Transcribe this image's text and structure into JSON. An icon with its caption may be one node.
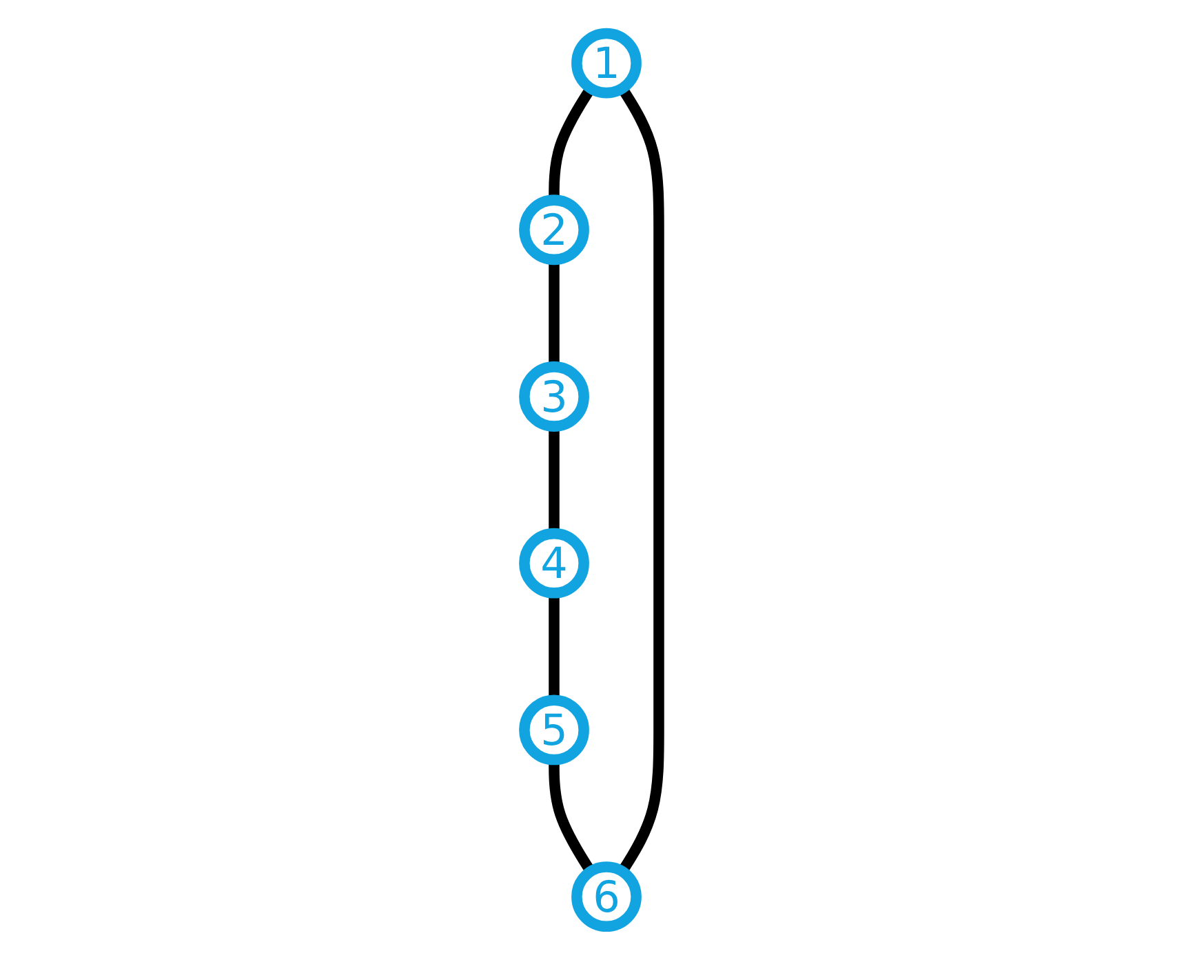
{
  "diagram": {
    "nodes": [
      {
        "text": [
          "1"
        ]
      },
      {
        "text": [
          "2"
        ]
      },
      {
        "text": [
          "3"
        ]
      },
      {
        "text": [
          "4"
        ]
      },
      {
        "text": [
          "5"
        ]
      },
      {
        "text": [
          "6"
        ]
      }
    ],
    "edges": [
      {
        "from": 0,
        "to": 1,
        "arrow": "none"
      },
      {
        "from": 1,
        "to": 2,
        "arrow": "none"
      },
      {
        "from": 2,
        "to": 3,
        "arrow": "none"
      },
      {
        "from": 3,
        "to": 4,
        "arrow": "none"
      },
      {
        "from": 4,
        "to": 5,
        "arrow": "none"
      },
      {
        "from": 5,
        "to": 0,
        "arrow": "none"
      }
    ]
  }
}
